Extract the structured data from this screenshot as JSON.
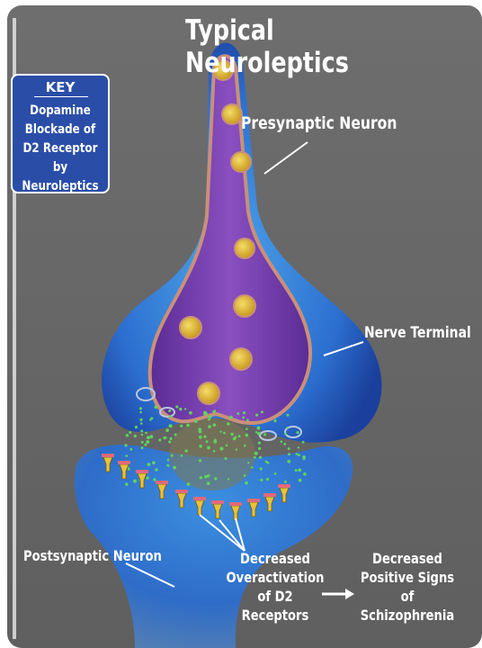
{
  "title": "Typical Neuroleptics",
  "key": {
    "heading": "KEY",
    "text": "Dopamine Blockade of D2 Receptor by Neuroleptics"
  },
  "labels": {
    "presynaptic": "Presynaptic Neuron",
    "nerve_terminal": "Nerve Terminal",
    "postsynaptic": "Postsynaptic Neuron",
    "decreased_overactivation": [
      "Decreased",
      "Overactivation",
      "of D2",
      "Receptors"
    ],
    "decreased_positive_signs": [
      "Decreased",
      "Positive Signs",
      "of",
      "Schizophrenia"
    ]
  },
  "colors": {
    "panel_background": "#6b6b6b",
    "key_box": "#2a4ea8",
    "neuron_blue": "#2f6fd0",
    "axon_purple": "#7b3fb0",
    "vesicle_yellow": "#e8c23a",
    "neurotransmitter_green": "#4fcf4f"
  }
}
